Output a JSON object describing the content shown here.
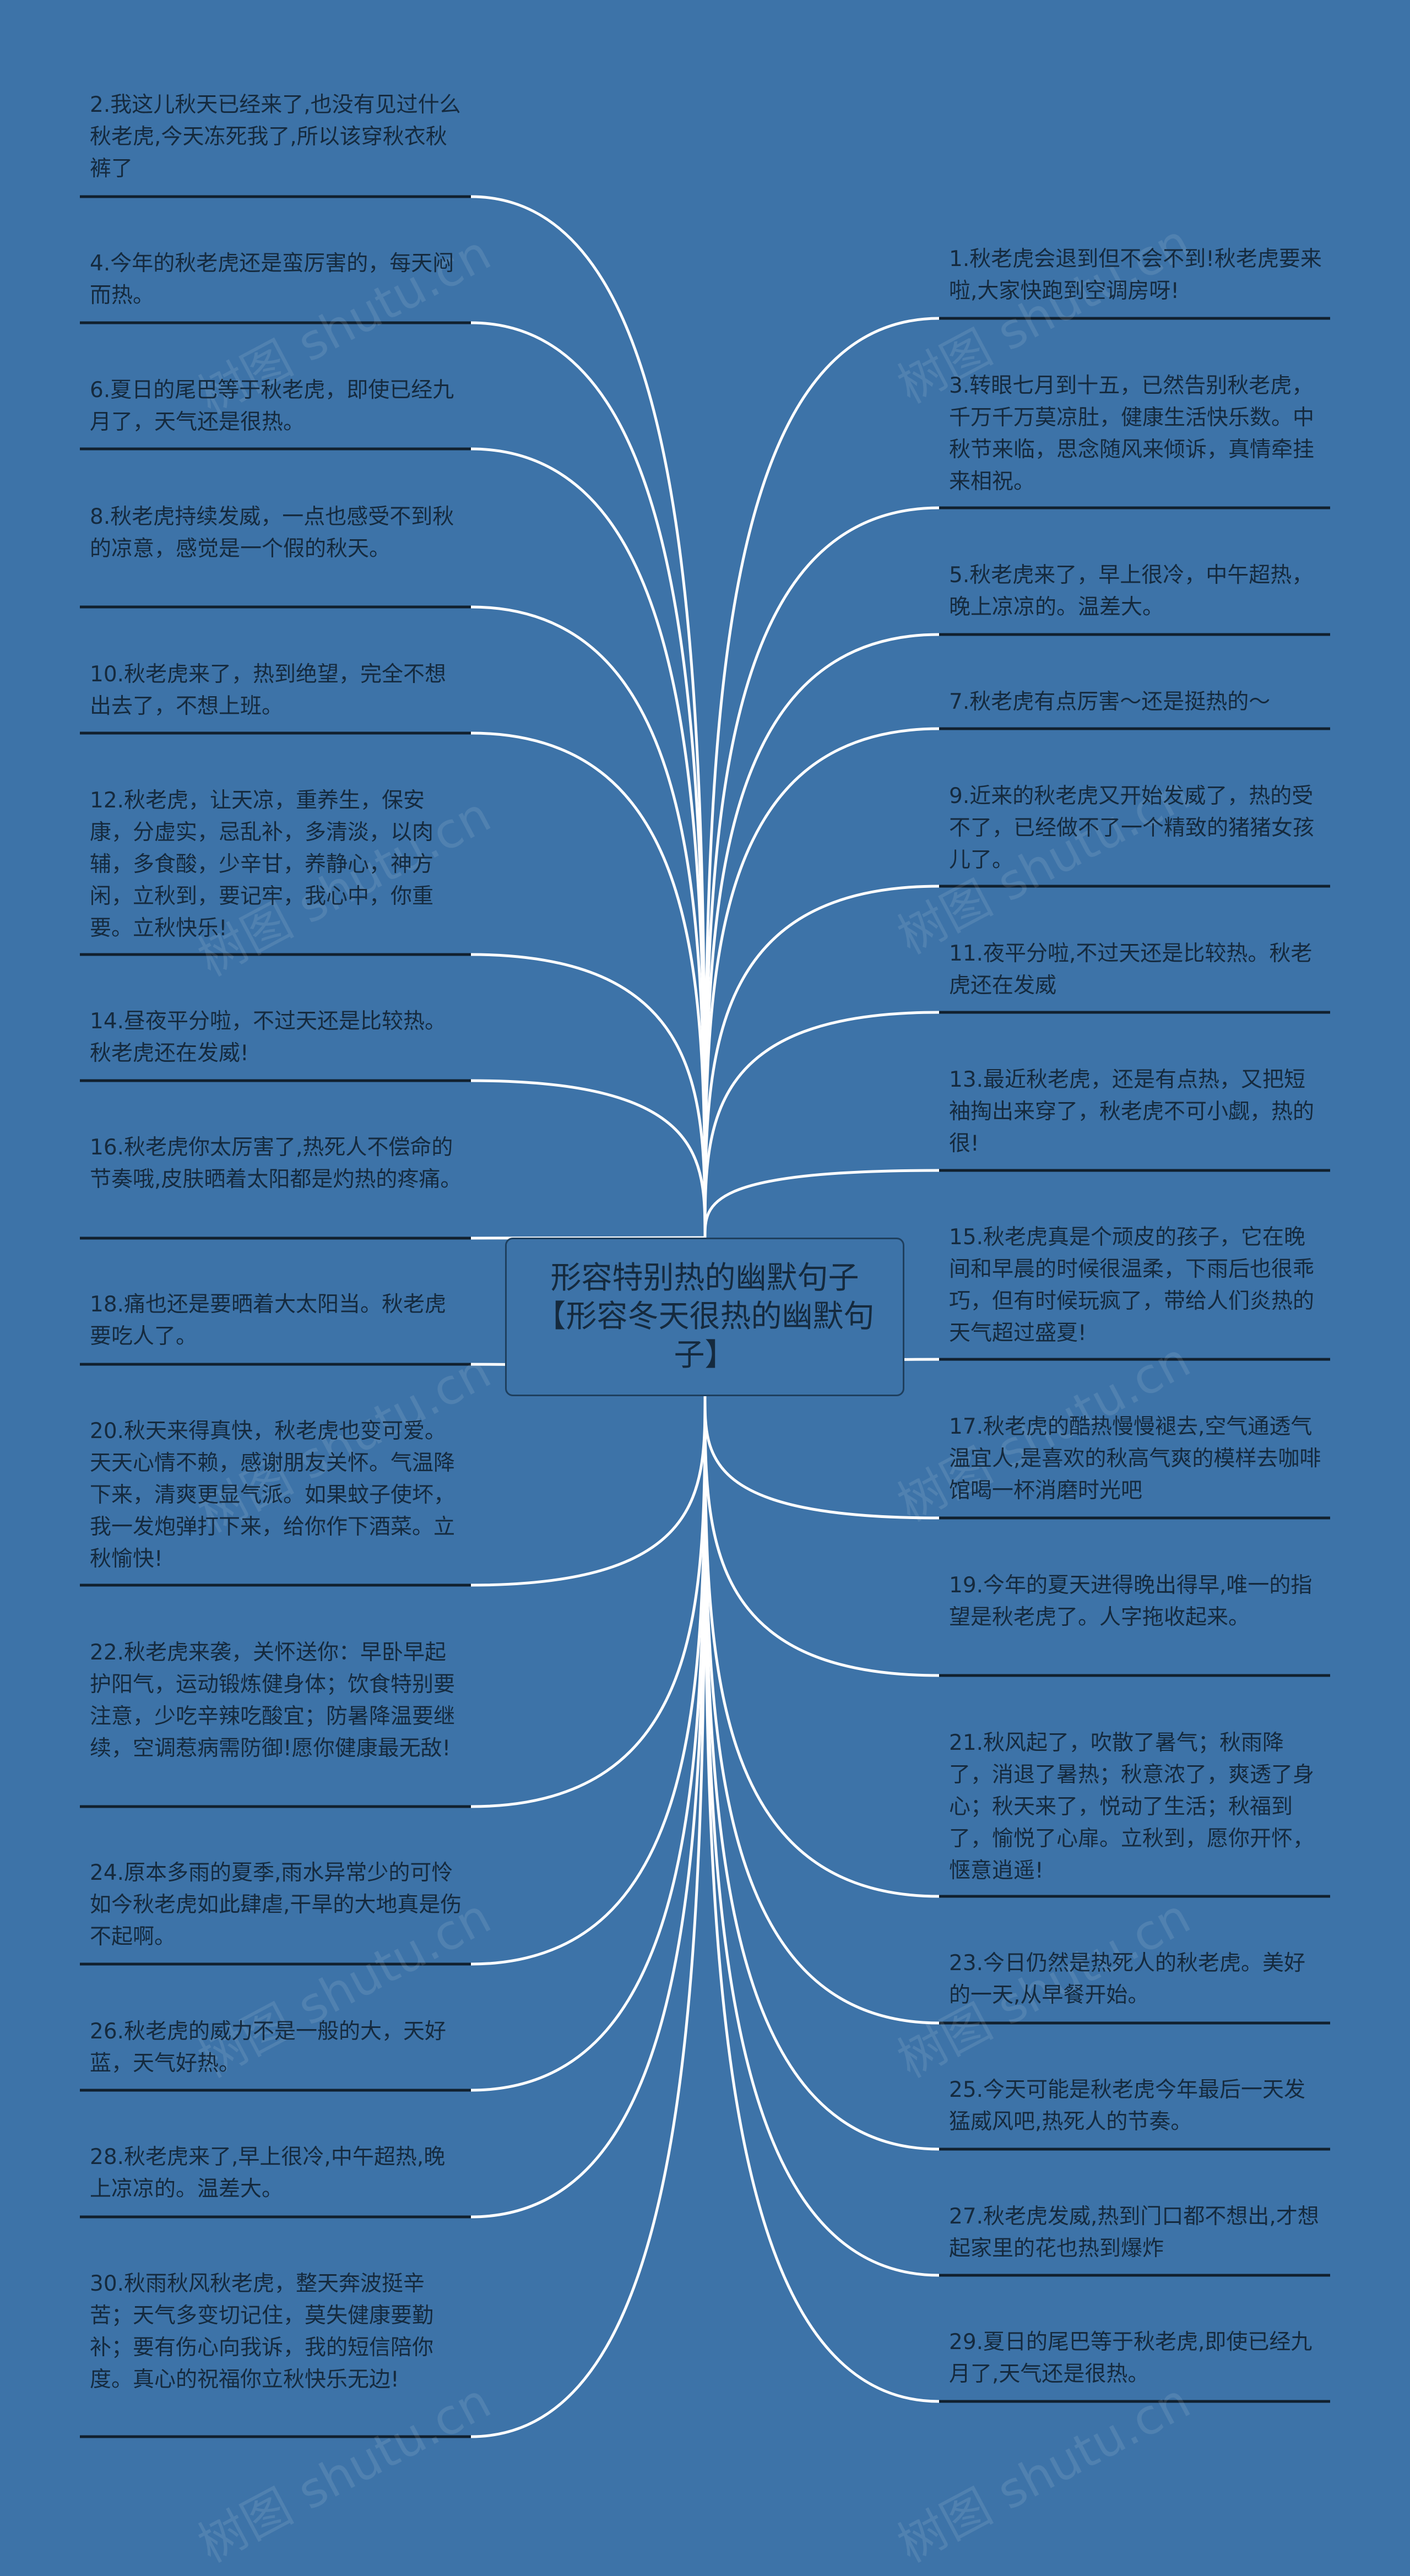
{
  "center_title": "形容特别热的幽默句子【形容冬天很热的幽默句子】",
  "watermark": "树图 shutu.cn",
  "colors": {
    "background": "#3d73a8",
    "wire": "#ffffff",
    "underline": "#11202e",
    "text": "#152a3e"
  },
  "left_items": [
    "2.我这儿秋天已经来了,也没有见过什么秋老虎,今天冻死我了,所以该穿秋衣秋裤了",
    "4.今年的秋老虎还是蛮厉害的，每天闷而热。",
    "6.夏日的尾巴等于秋老虎，即使已经九月了，天气还是很热。",
    "8.秋老虎持续发威，一点也感受不到秋的凉意，感觉是一个假的秋天。",
    "10.秋老虎来了，热到绝望，完全不想出去了，不想上班。",
    "12.秋老虎，让天凉，重养生，保安康，分虚实，忌乱补，多清淡，以肉辅，多食酸，少辛甘，养静心，神方闲，立秋到，要记牢，我心中，你重要。立秋快乐!",
    "14.昼夜平分啦，不过天还是比较热。秋老虎还在发威!",
    "16.秋老虎你太厉害了,热死人不偿命的节奏哦,皮肤晒着太阳都是灼热的疼痛。",
    "18.痛也还是要晒着大太阳当。秋老虎要吃人了。",
    "20.秋天来得真快，秋老虎也变可爱。天天心情不赖，感谢朋友关怀。气温降下来，清爽更显气派。如果蚊子使坏，我一发炮弹打下来，给你作下酒菜。立秋愉快!",
    "22.秋老虎来袭，关怀送你：早卧早起护阳气，运动锻炼健身体；饮食特别要注意，少吃辛辣吃酸宜；防暑降温要继续，空调惹病需防御!愿你健康最无敌!",
    "24.原本多雨的夏季,雨水异常少的可怜如今秋老虎如此肆虐,干旱的大地真是伤不起啊。",
    "26.秋老虎的威力不是一般的大，天好蓝，天气好热。",
    "28.秋老虎来了,早上很冷,中午超热,晚上凉凉的。温差大。",
    "30.秋雨秋风秋老虎，整天奔波挺辛苦；天气多变切记住，莫失健康要勤补；要有伤心向我诉，我的短信陪你度。真心的祝福你立秋快乐无边!"
  ],
  "right_items": [
    "1.秋老虎会退到但不会不到!秋老虎要来啦,大家快跑到空调房呀!",
    "3.转眼七月到十五，已然告别秋老虎，千万千万莫凉肚，健康生活快乐数。中秋节来临，思念随风来倾诉，真情牵挂来相祝。",
    "5.秋老虎来了，早上很冷，中午超热，晚上凉凉的。温差大。",
    "7.秋老虎有点厉害～还是挺热的～",
    "9.近来的秋老虎又开始发威了，热的受不了，已经做不了一个精致的猪猪女孩儿了。",
    "11.夜平分啦,不过天还是比较热。秋老虎还在发威",
    "13.最近秋老虎，还是有点热，又把短袖掏出来穿了，秋老虎不可小觑，热的很!",
    "15.秋老虎真是个顽皮的孩子，它在晚间和早晨的时候很温柔，下雨后也很乖巧，但有时候玩疯了，带给人们炎热的天气超过盛夏!",
    "17.秋老虎的酷热慢慢褪去,空气通透气温宜人,是喜欢的秋高气爽的模样去咖啡馆喝一杯消磨时光吧",
    "19.今年的夏天进得晚出得早,唯一的指望是秋老虎了。人字拖收起来。",
    "21.秋风起了，吹散了暑气；秋雨降了，消退了暑热；秋意浓了，爽透了身心；秋天来了，悦动了生活；秋福到了，愉悦了心扉。立秋到，愿你开怀，惬意逍遥!",
    "23.今日仍然是热死人的秋老虎。美好的一天,从早餐开始。",
    "25.今天可能是秋老虎今年最后一天发猛威风吧,热死人的节奏。",
    "27.秋老虎发威,热到门口都不想出,才想起家里的花也热到爆炸",
    "29.夏日的尾巴等于秋老虎,即使已经九月了,天气还是很热。"
  ]
}
